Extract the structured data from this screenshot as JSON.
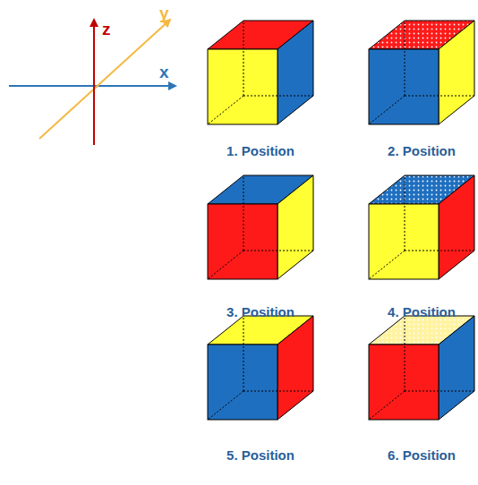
{
  "diagram": {
    "labels": [
      "z",
      "y",
      "x",
      "1. Position",
      "2. Position",
      "3. Position",
      "4. Position",
      "5. Position",
      "6. Position"
    ]
  }
}
